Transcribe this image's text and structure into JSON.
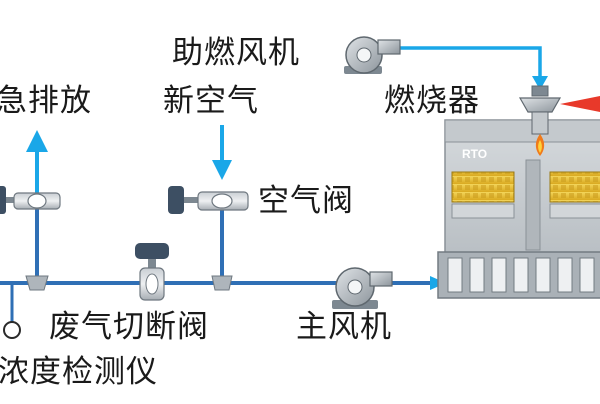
{
  "labels": {
    "combustion_fan": "助燃风机",
    "emergency_discharge": "急排放",
    "fresh_air": "新空气",
    "burner": "燃烧器",
    "air_valve": "空气阀",
    "exhaust_shutoff_valve": "废气切断阀",
    "main_fan": "主风机",
    "concentration_detector": "浓度检测仪",
    "rto": "RTO"
  },
  "icons": [
    "combustion-fan-icon",
    "main-fan-icon",
    "burner-icon",
    "flame-icon",
    "air-valve-icon",
    "emergency-valve-icon",
    "exhaust-shutoff-valve-icon",
    "detector-probe-icon",
    "rto-unit-icon"
  ],
  "colors": {
    "pipe": "#2f6fb5",
    "arrow_cyan": "#1aa7e8",
    "equipment_gray": "#9aa3ab",
    "ceramic_yellow": "#e8c33a",
    "flame_red": "#e8392a",
    "valve_dark": "#3d4f63"
  }
}
